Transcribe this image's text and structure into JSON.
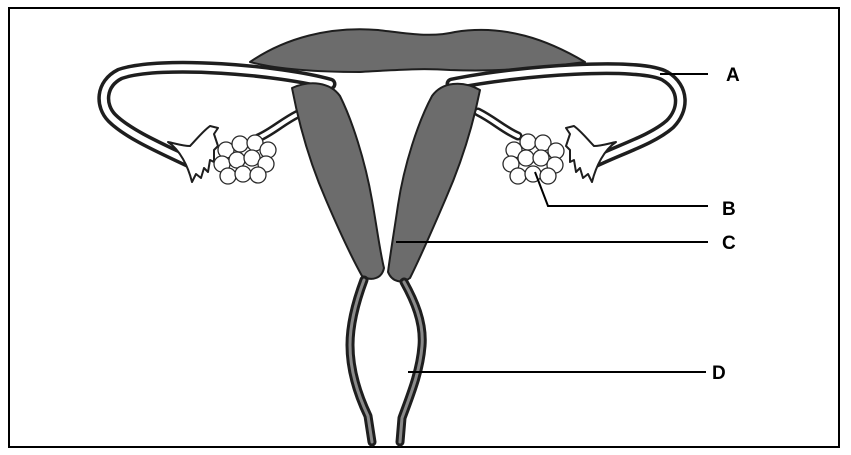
{
  "labels": {
    "a": "A",
    "b": "B",
    "c": "C",
    "d": "D"
  },
  "colors": {
    "tissue": "#6c6c6c",
    "outline": "#1e1e1e",
    "background": "#ffffff"
  }
}
